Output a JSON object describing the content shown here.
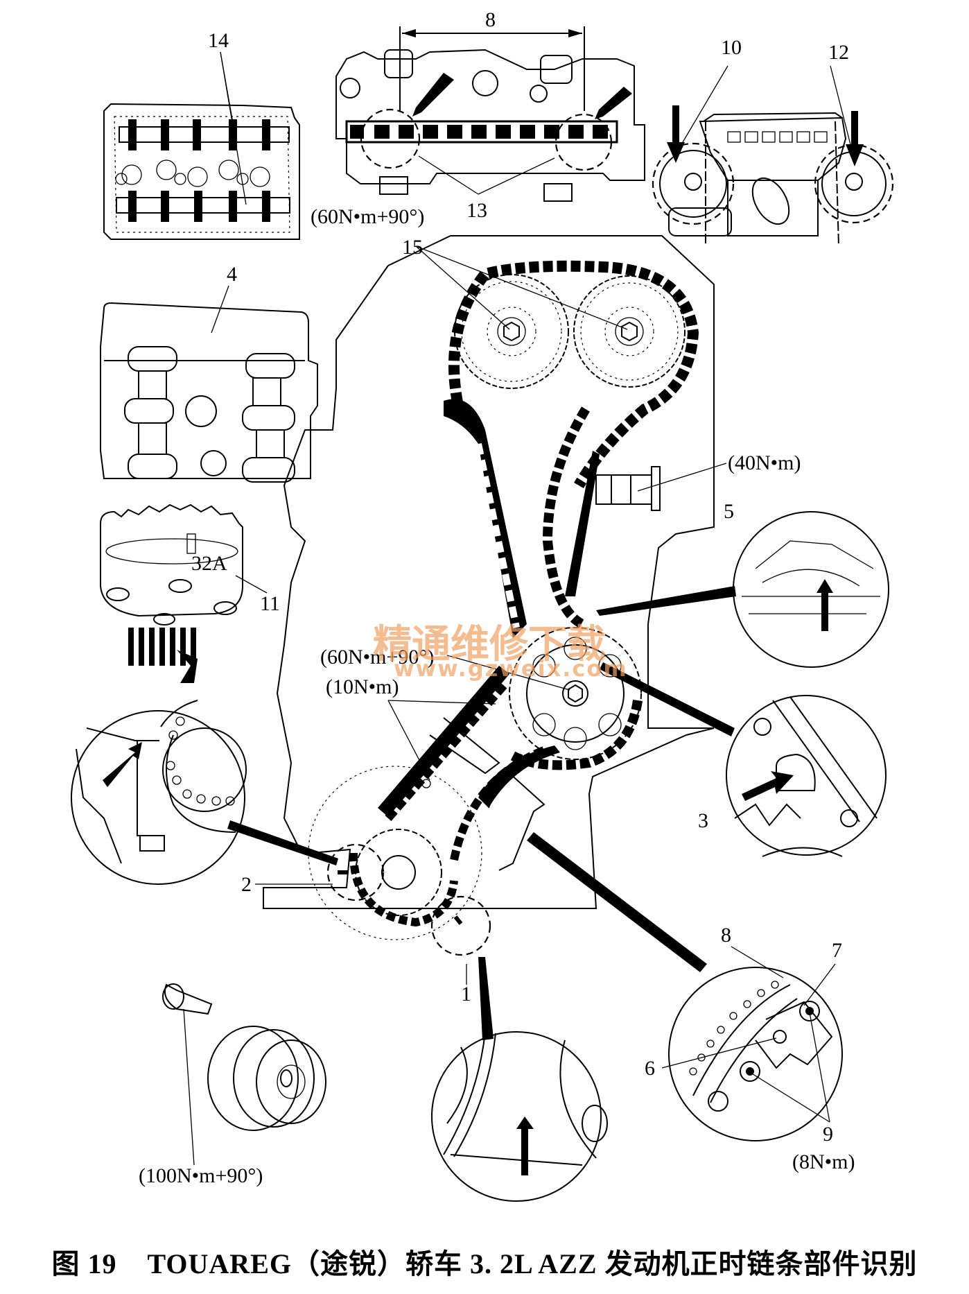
{
  "figure": {
    "caption": "图 19    TOUAREG（途锐）轿车 3. 2L AZZ 发动机正时链条部件识别",
    "watermark": {
      "text_cn": "精通维修下载",
      "text_url": "www.gzweix.com",
      "color": "#f0a060"
    }
  },
  "callouts": {
    "c1": "1",
    "c2": "2",
    "c3": "3",
    "c4": "4",
    "c5": "5",
    "c6": "6",
    "c7": "7",
    "c8_top": "8",
    "c8_detail": "8",
    "c9": "9",
    "c10": "10",
    "c11": "11",
    "c12": "12",
    "c13": "13",
    "c14": "14",
    "c15": "15",
    "marking_32a": "32A"
  },
  "torque_specs": {
    "camshaft_bolt_top": "(60N•m+90°)",
    "tensioner": "(40N•m)",
    "sprocket_bolt": "(60N•m+90°)",
    "guide_bolt": "(10N•m)",
    "tensioner_bolts": "(8N•m)",
    "crank_bolt": "(100N•m+90°)"
  }
}
